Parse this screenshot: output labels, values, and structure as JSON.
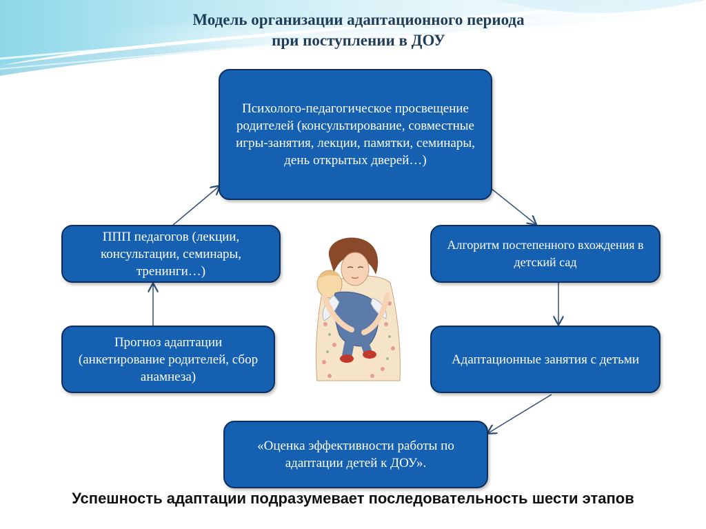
{
  "colors": {
    "box_fill": "#1560b0",
    "box_border": "#0d2f5e",
    "arrow": "#2e4f7a",
    "title": "#1f3d5a"
  },
  "title": {
    "line1": "Модель организации адаптационного периода",
    "line2": "при поступлении в ДОУ"
  },
  "boxes": {
    "top": "Психолого-педагогическое просвещение родителей (консультирование, совместные игры-занятия,  лекции, памятки, семинары, день открытых дверей…)",
    "right_upper": "Алгоритм постепенного вхождения в детский сад",
    "right_lower": "Адаптационные занятия с детьми",
    "bottom": "«Оценка эффективности работы по адаптации детей к ДОУ».",
    "left_lower": "Прогноз адаптации (анкетирование родителей, сбор анамнеза)",
    "left_upper": "ППП педагогов (лекции, консультации, семинары, тренинги…)"
  },
  "footer": "Успешность адаптации подразумевает последовательность шести этапов"
}
